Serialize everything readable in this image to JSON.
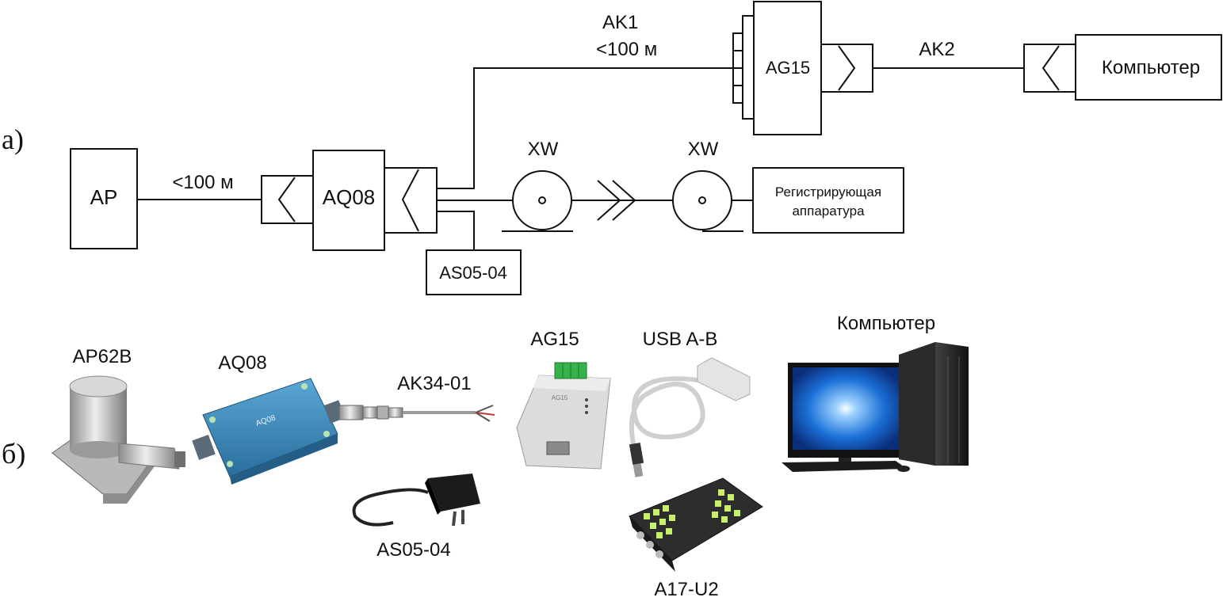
{
  "diagram_a": {
    "part_label": "а)",
    "ap": "AP",
    "dist1": "<100 м",
    "aq08": "AQ08",
    "as05": "AS05-04",
    "xw1": "XW",
    "xw2": "XW",
    "recorder_line1": "Регистрирующая",
    "recorder_line2": "аппаратура",
    "ak1": "AK1",
    "dist2": "<100 м",
    "ag15": "AG15",
    "ak2": "AK2",
    "computer": "Компьютер"
  },
  "diagram_b": {
    "part_label": "б)",
    "ap62b": "AP62B",
    "aq08": "AQ08",
    "ak34": "AK34-01",
    "ag15": "AG15",
    "usb": "USB A-B",
    "computer": "Компьютер",
    "as05": "AS05-04",
    "a17": "A17-U2",
    "aq08_device_text": "AQ08",
    "ag15_device_text": "AG15"
  },
  "colors": {
    "aq08_body": "#3a86b8",
    "terminal_green": "#35b34a",
    "a17_lights": "#c8f06a",
    "screen_blue": "#1a6fd6"
  }
}
